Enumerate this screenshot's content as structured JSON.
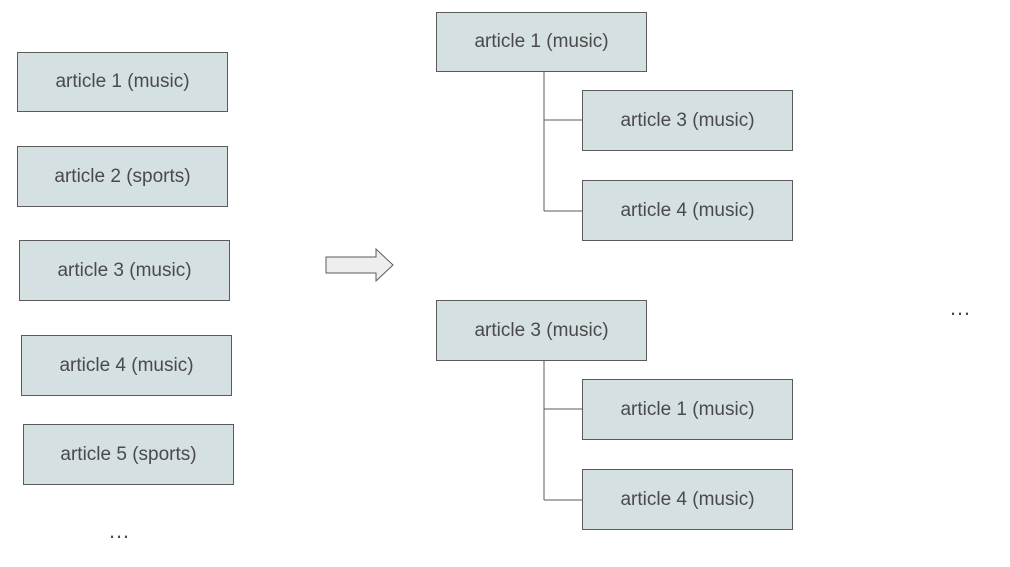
{
  "input_list": {
    "items": [
      {
        "label": "article 1 (music)"
      },
      {
        "label": "article 2 (sports)"
      },
      {
        "label": "article 3 (music)"
      },
      {
        "label": "article 4 (music)"
      },
      {
        "label": "article 5 (sports)"
      }
    ],
    "more": "…"
  },
  "groups": [
    {
      "root": "article 1 (music)",
      "children": [
        "article 3 (music)",
        "article 4 (music)"
      ]
    },
    {
      "root": "article 3 (music)",
      "children": [
        "article 1 (music)",
        "article 4 (music)"
      ]
    }
  ],
  "groups_more": "…",
  "colors": {
    "box_fill": "#d5e0e2",
    "box_border": "#5b5b5b",
    "text": "#4a4a4a",
    "arrow_fill": "#eeeeee"
  }
}
